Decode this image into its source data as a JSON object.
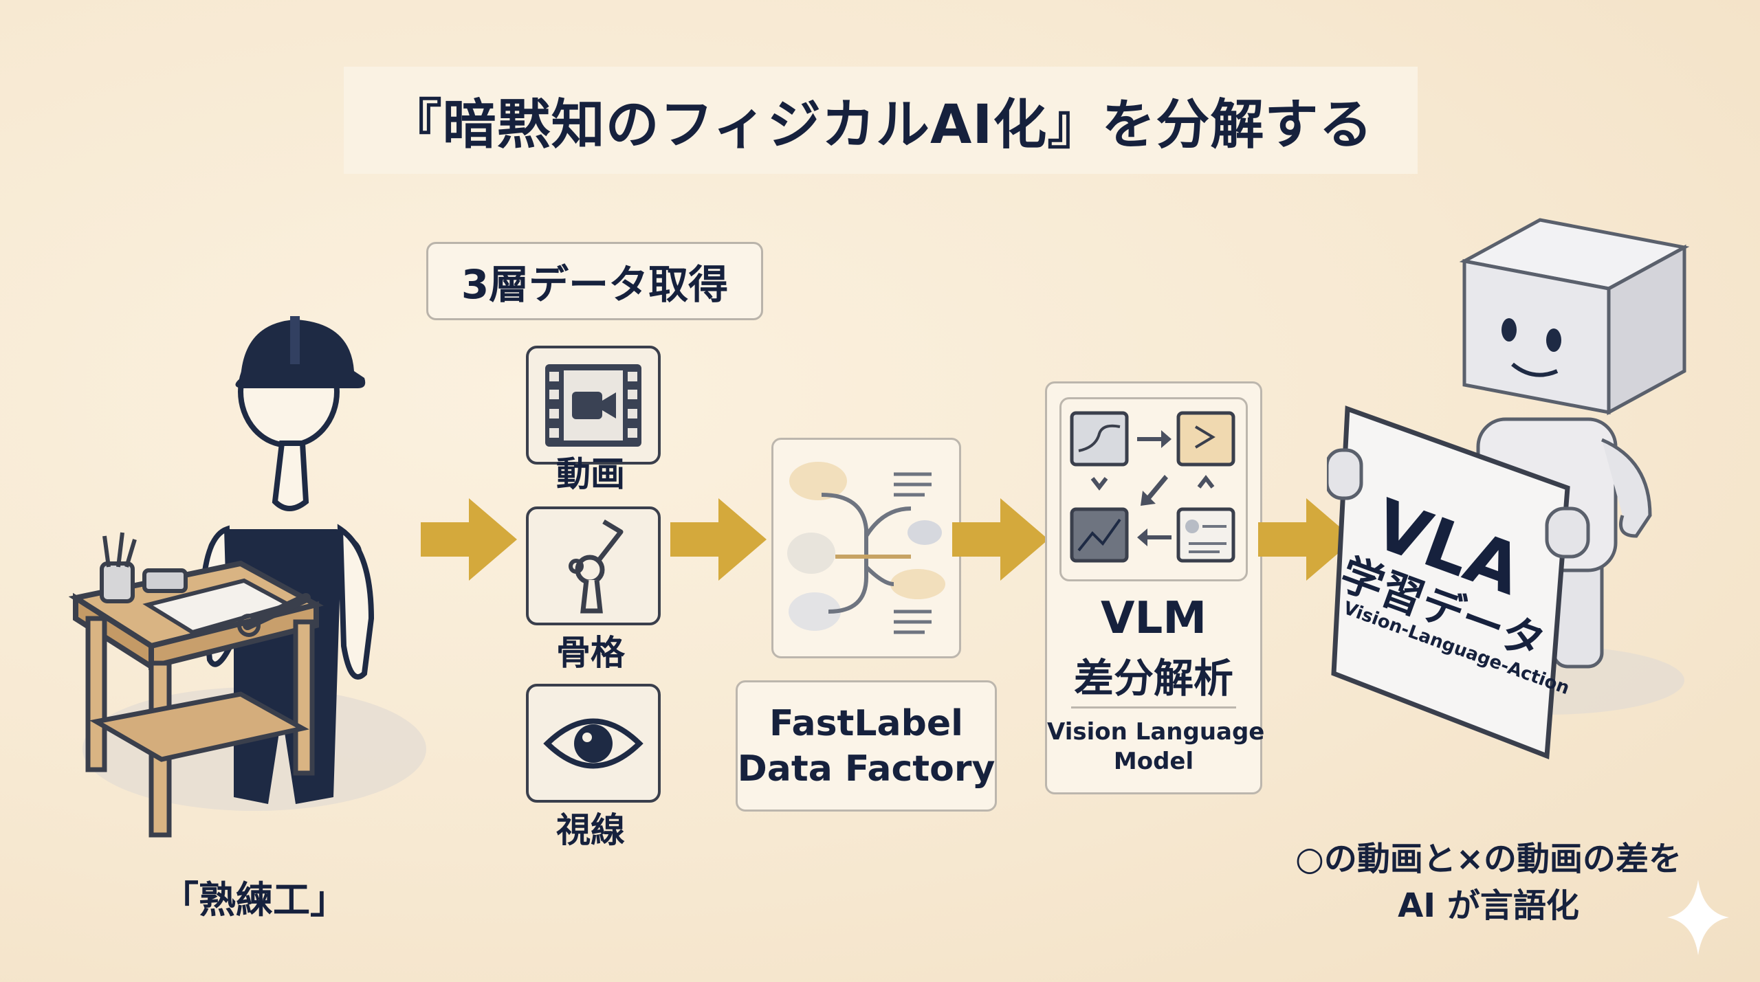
{
  "title": "『暗黙知のフィジカルAI化』を分解する",
  "layer_heading": "3層データ取得",
  "inputs": [
    {
      "label": "動画",
      "icon": "video-icon"
    },
    {
      "label": "骨格",
      "icon": "skeleton-joint-icon"
    },
    {
      "label": "視線",
      "icon": "eye-icon"
    }
  ],
  "worker": {
    "label": "「熟練工」",
    "icon": "worker-icon"
  },
  "factory": {
    "line1": "FastLabel",
    "line2": "Data Factory"
  },
  "vlm": {
    "title": "VLM",
    "subtitle": "差分解析",
    "line1": "Vision Language",
    "line2": "Model"
  },
  "vla": {
    "line1": "VLA",
    "line2": "学習データ",
    "line3": "Vision-Language-Action"
  },
  "note": {
    "line1": "○の動画と×の動画の差を",
    "line2": "AI が言語化"
  },
  "colors": {
    "arrow": "#d4a93c",
    "navy": "#1e2a44",
    "card_border": "#bcb6ad"
  }
}
